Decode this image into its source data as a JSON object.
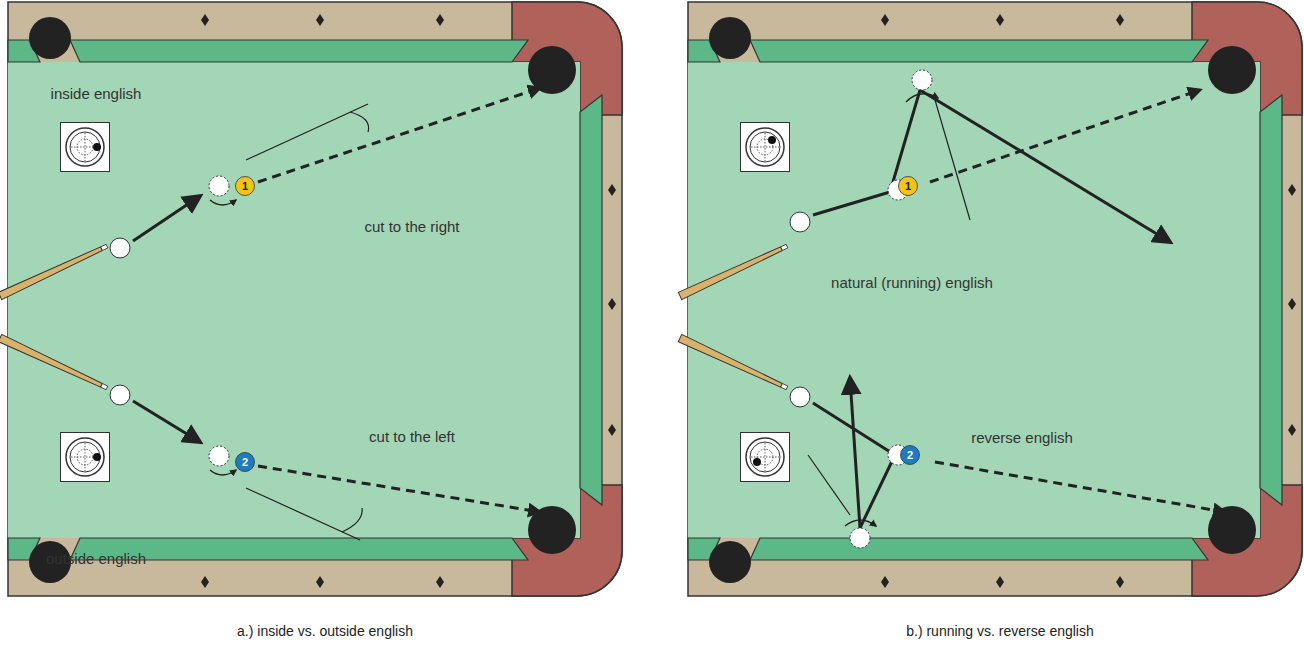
{
  "diagram": {
    "nodes": [
      {
        "text": [
          "1"
        ]
      },
      {
        "text": [
          "2"
        ]
      },
      {
        "text": [
          "1"
        ]
      },
      {
        "text": [
          "2"
        ]
      }
    ],
    "labels": [
      "inside english",
      "cut to the right",
      "cut to the left",
      "outside english",
      "a.) inside vs. outside english",
      "natural (running) english",
      "reverse english",
      "b.) running vs. reverse english"
    ]
  }
}
